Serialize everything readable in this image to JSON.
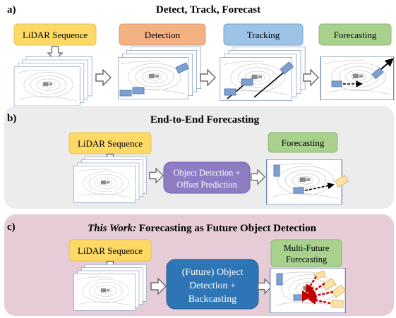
{
  "panels": {
    "a": {
      "letter": "a)",
      "title": "Detect, Track, Forecast",
      "stages": [
        "Detection",
        "Tracking",
        "Forecasting"
      ],
      "input_label": "LiDAR Sequence"
    },
    "b": {
      "letter": "b)",
      "title": "End-to-End Forecasting",
      "input_label": "LiDAR Sequence",
      "process_label_line1": "Object Detection +",
      "process_label_line2": "Offset Prediction",
      "output_label": "Forecasting"
    },
    "c": {
      "letter": "c)",
      "title_italic": "This Work:",
      "title_bold": " Forecasting as Future Object Detection",
      "input_label": "LiDAR Sequence",
      "process_label_line1": "(Future) Object",
      "process_label_line2": "Detection +",
      "process_label_line3": "Backcasting",
      "output_label_line1": "Multi-Future",
      "output_label_line2": "Forecasting"
    }
  },
  "colors": {
    "yellow": "#ffd966",
    "orange": "#f4b183",
    "blue": "#9dc3e6",
    "green": "#a9d18e",
    "purple": "#8e7cc3",
    "dark_blue": "#2e75b6",
    "panel_b_bg": "#ececec",
    "panel_c_bg": "#e6ccd6",
    "box_blue": "#7f9fd0",
    "box_peach": "#fde3a7",
    "arrow_red": "#c00000"
  }
}
